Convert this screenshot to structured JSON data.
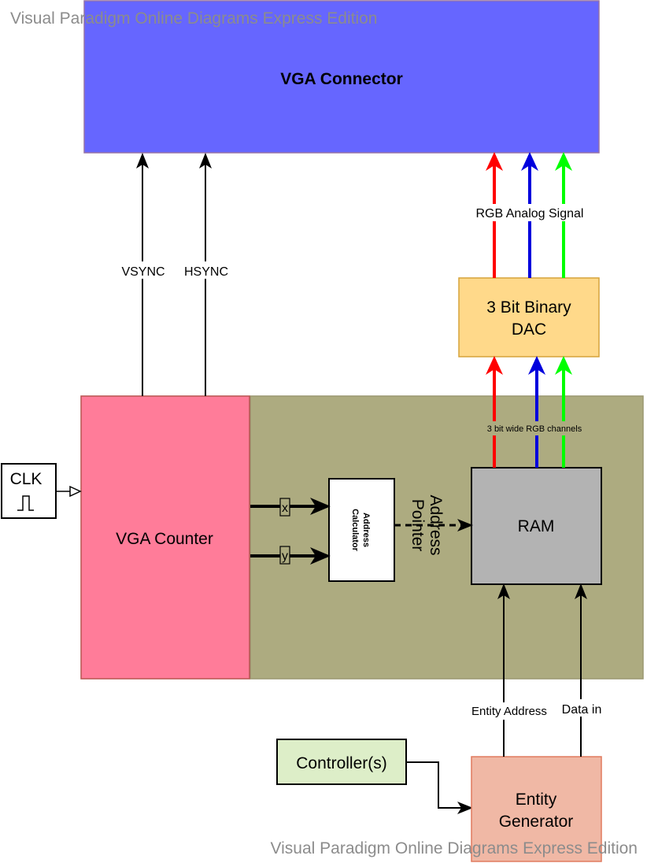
{
  "watermark": {
    "top": "Visual Paradigm Online Diagrams Express Edition",
    "bottom": "Visual Paradigm Online Diagrams Express Edition"
  },
  "blocks": {
    "vga_connector": "VGA Connector",
    "dac_line1": "3 Bit Binary",
    "dac_line2": "DAC",
    "vga_counter": "VGA Counter",
    "address_calc_line1": "Address",
    "address_calc_line2": "Calculator",
    "ram": "RAM",
    "clk": "CLK",
    "clk_symbol": "⎍",
    "controller": "Controller(s)",
    "entity_line1": "Entity",
    "entity_line2": "Generator"
  },
  "signals": {
    "vsync": "VSYNC",
    "hsync": "HSYNC",
    "rgb_analog": "RGB Analog Signal",
    "rgb_channels": "3 bit wide RGB channels",
    "address_pointer_line1": "Address",
    "address_pointer_line2": "Pointer",
    "x": "x",
    "y": "y",
    "entity_address": "Entity Address",
    "data_in": "Data in"
  },
  "colors": {
    "vga_connector_fill": "#6666FF",
    "vga_counter_fill": "#FF7C99",
    "subsystem_fill": "#ADAB80",
    "dac_fill": "#FFD98A",
    "ram_fill": "#B3B3B3",
    "controller_fill": "#DDEEC8",
    "entity_fill": "#F0B8A5",
    "red": "#FF0000",
    "blue": "#0000DD",
    "green": "#00FF00"
  }
}
